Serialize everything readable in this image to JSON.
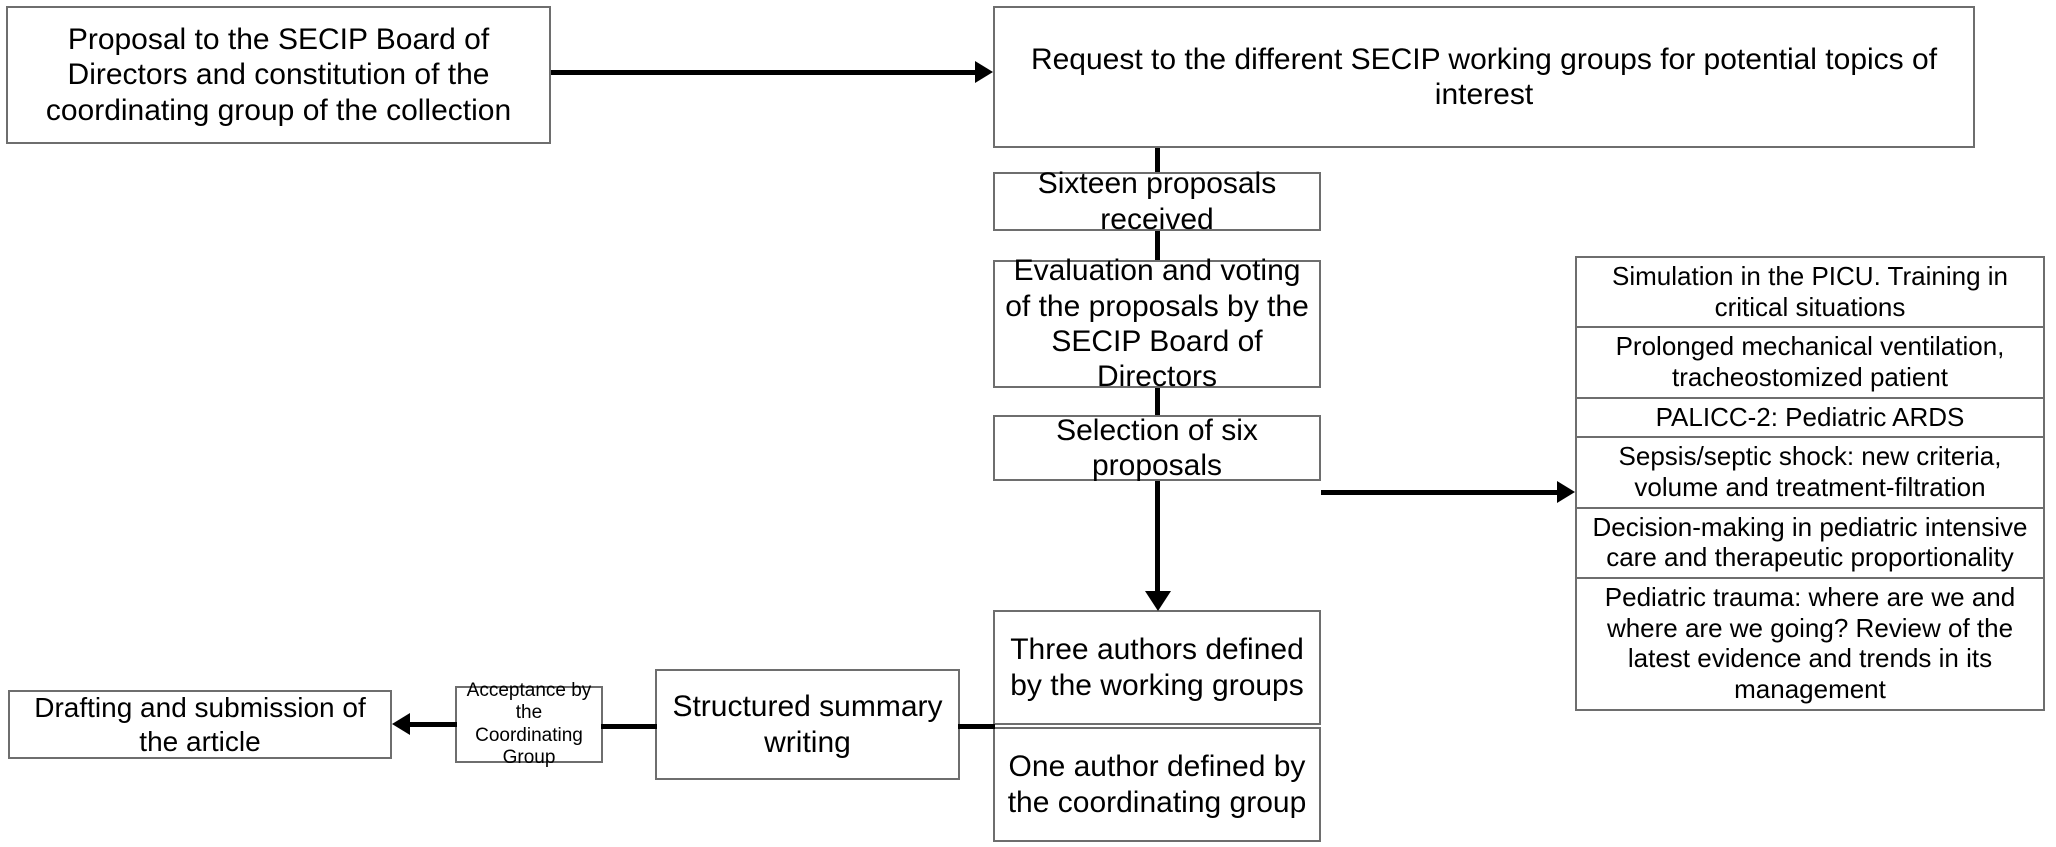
{
  "diagram": {
    "title": "SECIP collection article selection workflow",
    "colors": {
      "box_border": "#6e6e6e",
      "connector": "#000000",
      "background": "#ffffff",
      "text": "#000000"
    },
    "nodes": {
      "proposal": "Proposal to the SECIP Board of Directors and constitution of the coordinating group of the collection",
      "request": "Request to the different SECIP working groups for potential topics of interest",
      "sixteen": "Sixteen proposals received",
      "evaluation": "Evaluation and voting of the proposals by the SECIP Board of Directors",
      "selection": "Selection of six proposals",
      "three_authors": "Three authors defined by the working groups",
      "one_author": "One author defined by the coordinating group",
      "structured": "Structured summary writing",
      "acceptance": "Acceptance by the Coordinating Group",
      "drafting": "Drafting and submission of the article"
    },
    "topics": [
      "Simulation in the PICU. Training in critical situations",
      "Prolonged mechanical ventilation, tracheostomized patient",
      "PALICC-2: Pediatric ARDS",
      "Sepsis/septic shock: new criteria, volume and treatment-filtration",
      "Decision-making in pediatric intensive care and therapeutic proportionality",
      "Pediatric trauma: where are we and where are we going? Review of the latest evidence and trends in its management"
    ],
    "connectors": [
      {
        "name": "proposal-to-request",
        "kind": "arrow-right"
      },
      {
        "name": "request-to-sixteen",
        "kind": "line-down"
      },
      {
        "name": "sixteen-to-evaluation",
        "kind": "line-down"
      },
      {
        "name": "evaluation-to-selection",
        "kind": "line-down"
      },
      {
        "name": "selection-to-topics",
        "kind": "arrow-right"
      },
      {
        "name": "selection-to-three-authors",
        "kind": "arrow-down"
      },
      {
        "name": "authors-to-structured",
        "kind": "line-left"
      },
      {
        "name": "structured-to-acceptance",
        "kind": "line-left"
      },
      {
        "name": "acceptance-to-drafting",
        "kind": "arrow-left"
      }
    ]
  }
}
